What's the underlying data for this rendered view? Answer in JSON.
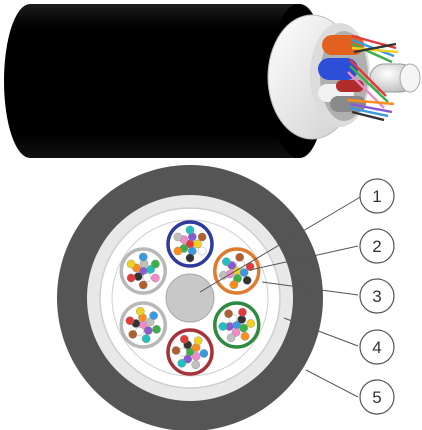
{
  "figure": {
    "callouts": [
      {
        "label": "1"
      },
      {
        "label": "2"
      },
      {
        "label": "3"
      },
      {
        "label": "4"
      },
      {
        "label": "5"
      }
    ]
  },
  "colors": {
    "outer_sheath": "#0d0d0d",
    "cross_section_sheath": "#555555",
    "inner_jacket": "#e8e8e8",
    "core_fill": "#ffffff",
    "strength_member": "#c8c8c8",
    "tube_colors": [
      "#2e3a9c",
      "#e07a2e",
      "#2e8a3e",
      "#a8323a",
      "#b8b8b8",
      "#b8b8b8"
    ],
    "fiber_colors": [
      "#e23a3a",
      "#f0d020",
      "#3a9ae0",
      "#3ab04a",
      "#f08ac8",
      "#8a5ad0",
      "#ffffff",
      "#333333",
      "#ff8c1a",
      "#c0c0c0",
      "#20c0c0",
      "#b06030"
    ]
  }
}
